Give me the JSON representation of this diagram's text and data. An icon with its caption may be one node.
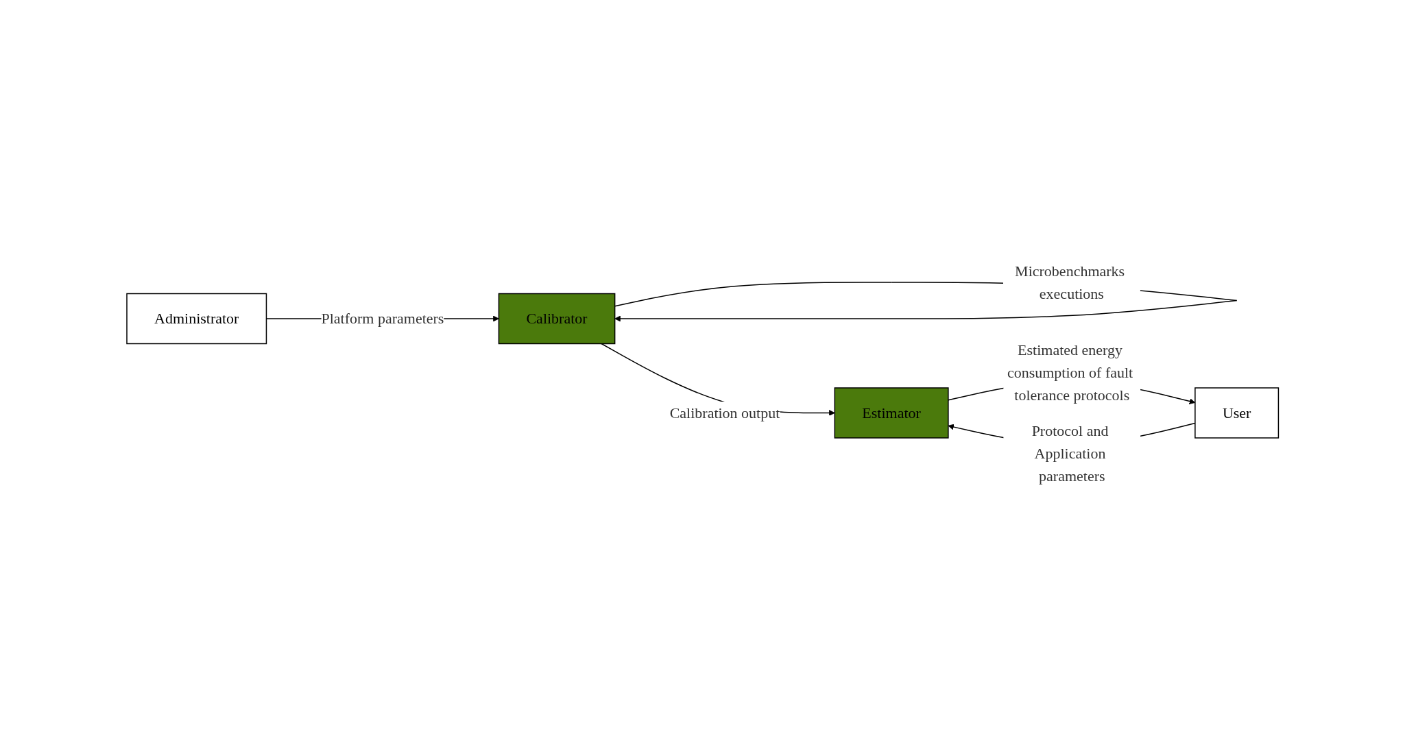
{
  "diagram": {
    "nodes": [
      {
        "text": [
          "Administrator"
        ]
      },
      {
        "text": [
          "Calibrator"
        ]
      },
      {
        "text": [
          "User"
        ]
      },
      {
        "text": [
          "Estimator"
        ]
      }
    ],
    "edges": [
      {
        "from": 0,
        "to": 1,
        "arrow": "to",
        "label": "Platform parameters"
      },
      {
        "from": 1,
        "to": 1,
        "arrow": "to",
        "label": "Microbenchmarks executions"
      },
      {
        "from": 1,
        "to": 3,
        "arrow": "to",
        "label": "Calibration output"
      },
      {
        "from": 2,
        "to": 3,
        "arrow": "to",
        "label": "Protocol and Application parameters"
      },
      {
        "from": 3,
        "to": 2,
        "arrow": "to",
        "label": "Estimated energy consumption of fault tolerance protocols"
      }
    ]
  }
}
